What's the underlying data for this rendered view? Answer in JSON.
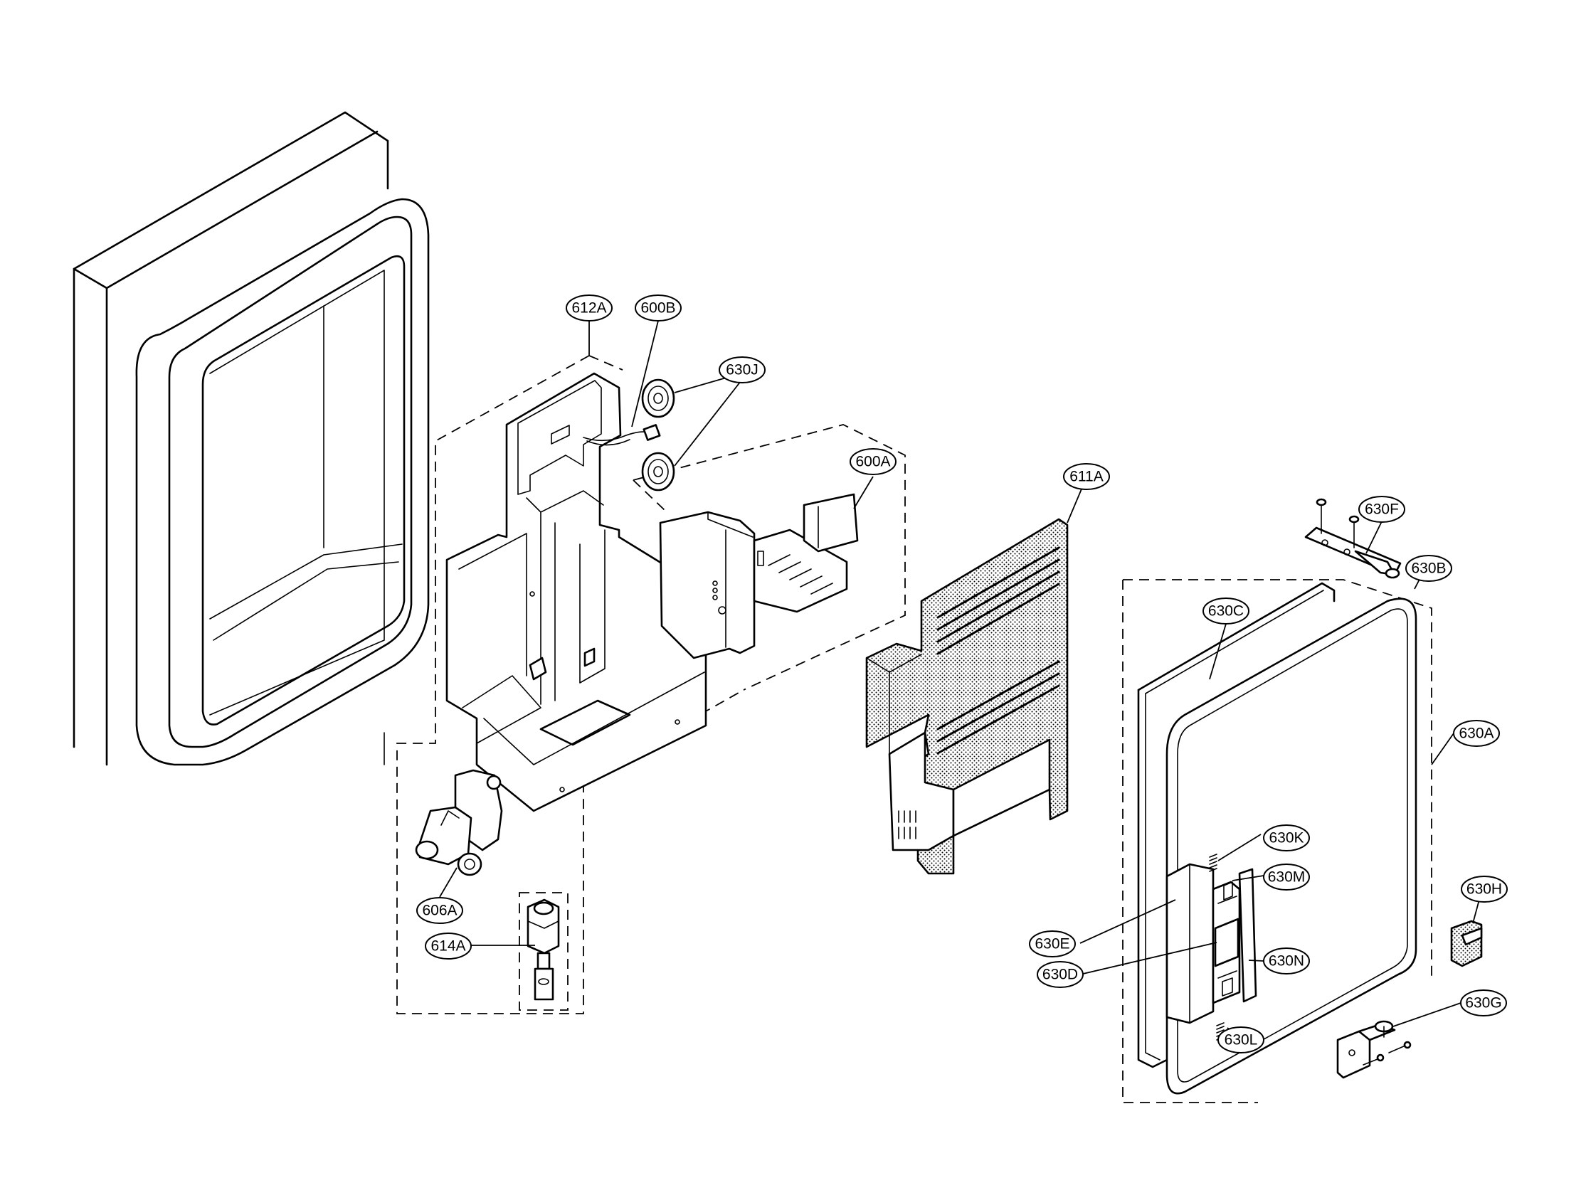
{
  "callouts": {
    "c612A": "612A",
    "c600B": "600B",
    "c630J": "630J",
    "c600A": "600A",
    "c611A": "611A",
    "c630F": "630F",
    "c630B": "630B",
    "c630C": "630C",
    "c630A": "630A",
    "c630K": "630K",
    "c630M": "630M",
    "c630H": "630H",
    "c630E": "630E",
    "c630N": "630N",
    "c630D": "630D",
    "c630G": "630G",
    "c630L": "630L",
    "c606A": "606A",
    "c614A": "614A"
  }
}
